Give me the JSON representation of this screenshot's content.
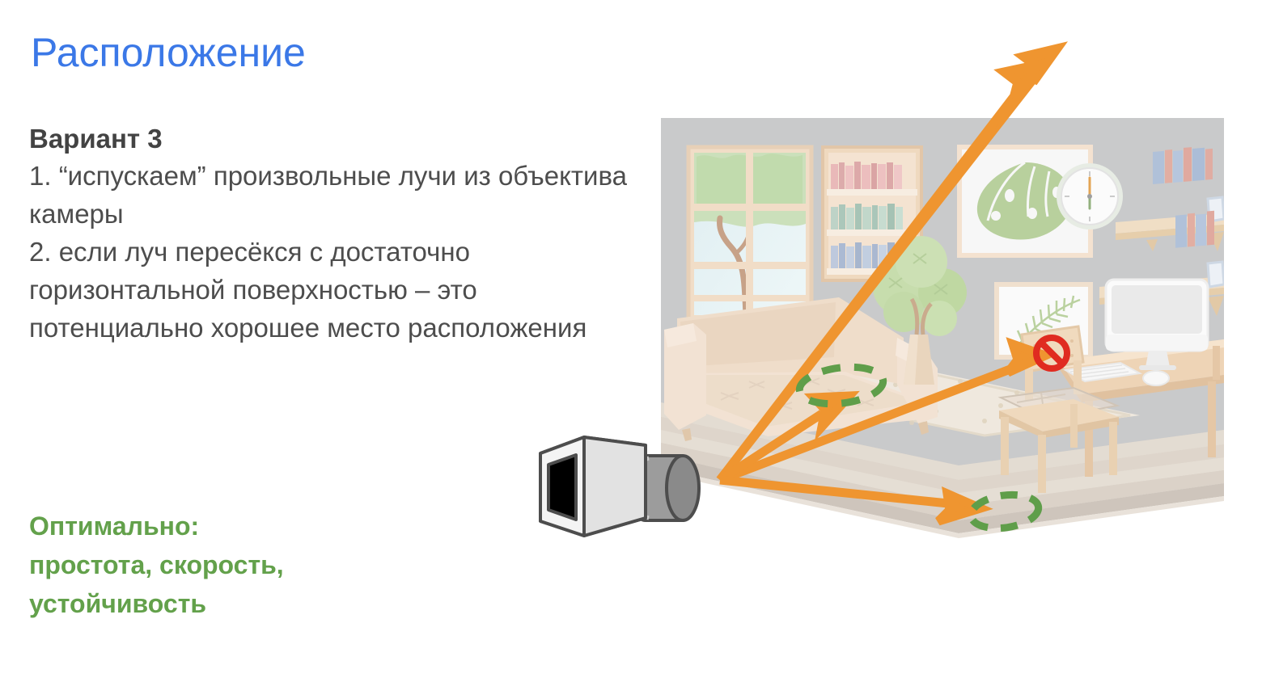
{
  "slide": {
    "title": "Расположение",
    "background_color": "#ffffff",
    "title_color": "#3b78e7"
  },
  "body": {
    "variant_heading": "Вариант 3",
    "steps": [
      "1. “испускаем” произвольные лучи из объектива камеры",
      "2. если луч пересёкся с достаточно горизонтальной поверхностью – это потенциально хорошее место расположения"
    ],
    "text_color": "#4d4d4d"
  },
  "conclusion": {
    "lines": [
      "Оптимально:",
      "простота, скорость,",
      "устойчивость"
    ],
    "color": "#63a14b"
  },
  "illustration": {
    "scene_label": "isometric-room",
    "wall_color": "#c8c9ca",
    "floor_color": "#ded5cb",
    "rug_color": "#efe7dc",
    "wood_color": "#e8cdb0",
    "sofa_color": "#f0ddcb",
    "ray_color": "#ef9530",
    "marker_color": "#5f9e4a",
    "forbidden_color": "#e02b20",
    "camera": {
      "body_color": "#efefef",
      "lens_color": "#8c8c8c",
      "aperture_color": "#000000",
      "outline_color": "#4d4d4d"
    },
    "rays": [
      {
        "name": "ray-miss-up-far",
        "hit": false,
        "label": "луч уходит вверх"
      },
      {
        "name": "ray-miss-up-near",
        "hit": false,
        "label": "луч уходит вверх"
      },
      {
        "name": "ray-hit-chair",
        "hit": true,
        "label": "попадание в спинку стула",
        "marker": "forbidden"
      },
      {
        "name": "ray-hit-sofa",
        "hit": true,
        "label": "попадание на сиденье дивана",
        "marker": "good"
      },
      {
        "name": "ray-hit-floor",
        "hit": true,
        "label": "попадание на пол",
        "marker": "good"
      }
    ],
    "good_spots": 2,
    "bad_spots": 1,
    "objects": [
      "window",
      "bookcase",
      "sofa",
      "potted-plant",
      "leaf-poster",
      "fern-poster",
      "wall-clock",
      "wall-shelf-upper",
      "wall-shelf-lower",
      "desk",
      "monitor",
      "keyboard",
      "mouse",
      "chair",
      "rug"
    ]
  }
}
